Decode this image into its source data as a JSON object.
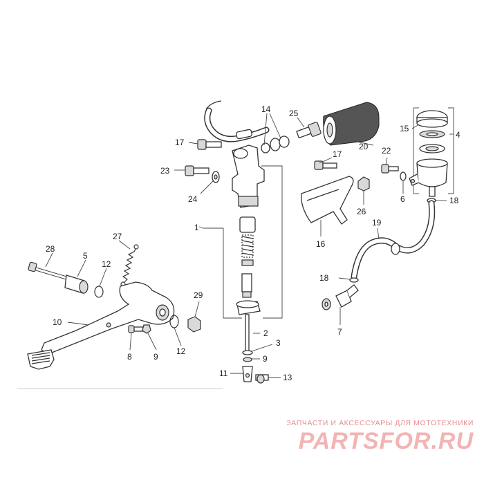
{
  "callouts": {
    "c1": "1",
    "c2": "2",
    "c3": "3",
    "c4": "4",
    "c5": "5",
    "c6": "6",
    "c7": "7",
    "c8": "8",
    "c9a": "9",
    "c9b": "9",
    "c10": "10",
    "c11": "11",
    "c12a": "12",
    "c12b": "12",
    "c13": "13",
    "c14": "14",
    "c15": "15",
    "c16": "16",
    "c17a": "17",
    "c17b": "17",
    "c18a": "18",
    "c18b": "18",
    "c19": "19",
    "c20": "20",
    "c22": "22",
    "c23": "23",
    "c24": "24",
    "c25": "25",
    "c26": "26",
    "c27": "27",
    "c28": "28",
    "c29": "29"
  },
  "watermark": {
    "tagline": "ЗАПЧАСТИ И АКСЕССУАРЫ ДЛЯ МОТОТЕХНИКИ",
    "logo": "PARTSFOR.RU"
  }
}
